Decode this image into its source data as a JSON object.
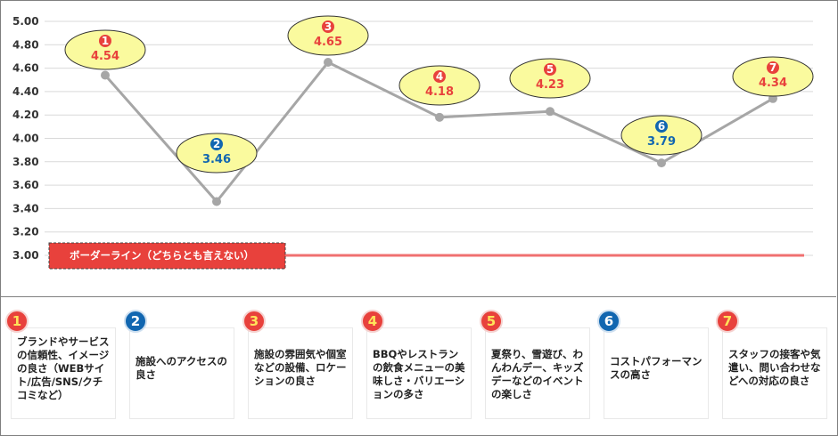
{
  "chart_data": {
    "type": "line",
    "categories": [
      "1",
      "2",
      "3",
      "4",
      "5",
      "6",
      "7"
    ],
    "values": [
      4.54,
      3.46,
      4.65,
      4.18,
      4.23,
      3.79,
      4.34
    ],
    "value_labels": [
      "4.54",
      "3.46",
      "4.65",
      "4.18",
      "4.23",
      "3.79",
      "4.34"
    ],
    "point_markers": [
      "❶",
      "❷",
      "❸",
      "❹",
      "❺",
      "❻",
      "❼"
    ],
    "point_marker_colors": [
      "#e8413c",
      "#1166b0",
      "#e8413c",
      "#e8413c",
      "#e8413c",
      "#1166b0",
      "#e8413c"
    ],
    "ylim": [
      3.0,
      5.0
    ],
    "yticks": [
      "5.00",
      "4.80",
      "4.60",
      "4.40",
      "4.20",
      "4.00",
      "3.80",
      "3.60",
      "3.40",
      "3.20",
      "3.00"
    ],
    "grid": true,
    "line_color": "#a6a6a6",
    "border_line": {
      "value": 3.0,
      "label": "ボーダーライン（どちらとも言えない）",
      "color": "#f07070"
    }
  },
  "legend_cards": [
    {
      "number": "1",
      "color": "red",
      "text": "ブランドやサービスの信頼性、イメージの良さ（WEBサイト/広告/SNS/クチコミなど）"
    },
    {
      "number": "2",
      "color": "blue",
      "text": "施設へのアクセスの良さ"
    },
    {
      "number": "3",
      "color": "red",
      "text": "施設の雰囲気や個室などの設備、ロケーションの良さ"
    },
    {
      "number": "4",
      "color": "red",
      "text": "BBQやレストランの飲食メニューの美味しさ・バリエーションの多さ"
    },
    {
      "number": "5",
      "color": "red",
      "text": "夏祭り、雪遊び、わんわんデー、キッズデーなどのイベントの楽しさ"
    },
    {
      "number": "6",
      "color": "blue",
      "text": "コストパフォーマンスの高さ"
    },
    {
      "number": "7",
      "color": "red",
      "text": "スタッフの接客や気遣い、問い合わせなどへの対応の良さ"
    }
  ],
  "colors": {
    "red": "#e8413c",
    "blue": "#1166b0",
    "callout_fill": "#fafa9e",
    "callout_stroke": "#333333",
    "red_text": "#e8413c",
    "blue_text": "#1166b0"
  }
}
